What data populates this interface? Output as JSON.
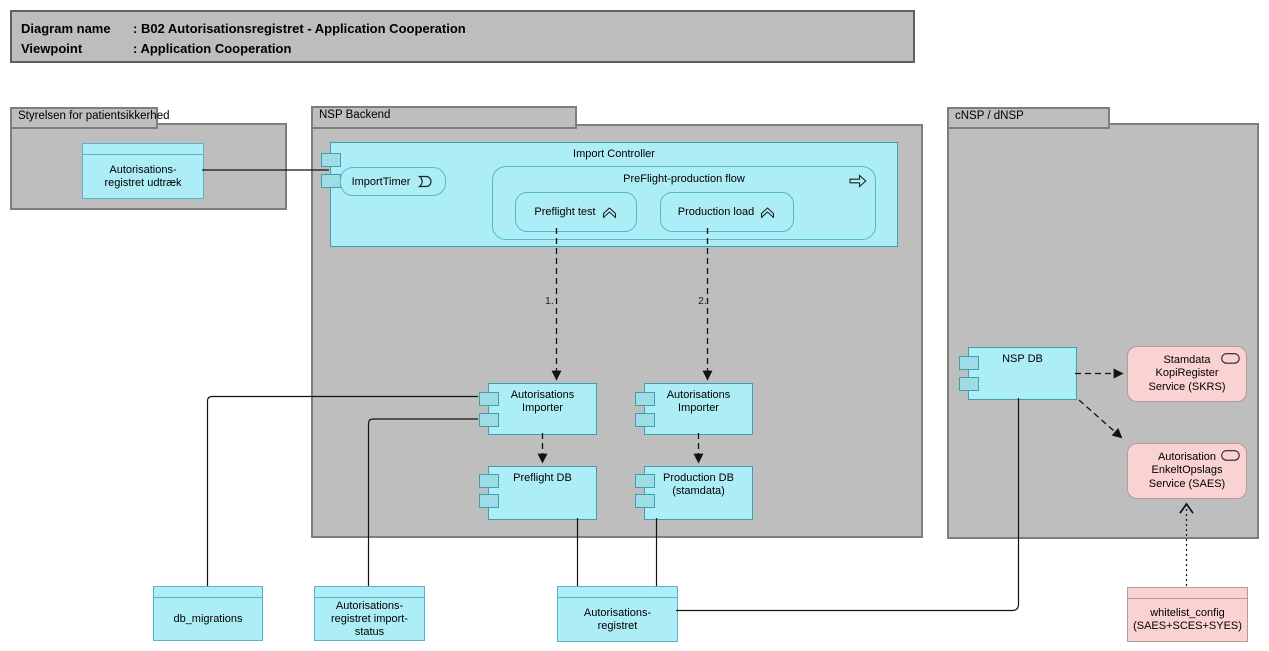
{
  "title": {
    "rows": [
      {
        "label": "Diagram name",
        "value": ": B02 Autorisationsregistret - Application Cooperation"
      },
      {
        "label": "Viewpoint",
        "value": ": Application Cooperation"
      }
    ]
  },
  "groups": {
    "styrelsen": {
      "label": "Styrelsen for patientsikkerhed"
    },
    "nsp_backend": {
      "label": "NSP Backend"
    },
    "cnsp": {
      "label": "cNSP / dNSP"
    }
  },
  "nodes": {
    "udtraek": {
      "label": "Autorisations-\nregistret udtræk"
    },
    "import_controller": {
      "label": "Import Controller"
    },
    "import_timer": {
      "label": "ImportTimer",
      "icon": "event-icon"
    },
    "flow": {
      "label": "PreFlight-production flow",
      "icon": "process-arrow-icon"
    },
    "preflight_test": {
      "label": "Preflight test",
      "icon": "function-icon"
    },
    "production_load": {
      "label": "Production load",
      "icon": "function-icon"
    },
    "importer_left": {
      "label": "Autorisations\nImporter"
    },
    "importer_right": {
      "label": "Autorisations\nImporter"
    },
    "preflight_db": {
      "label": "Preflight DB"
    },
    "production_db": {
      "label": "Production DB\n(stamdata)"
    },
    "nsp_db": {
      "label": "NSP DB"
    },
    "skrs": {
      "label": "Stamdata\nKopiRegister\nService (SKRS)",
      "icon": "service-icon"
    },
    "saes": {
      "label": "Autorisation\nEnkeltOpslags\nService (SAES)",
      "icon": "service-icon"
    },
    "db_migrations": {
      "label": "db_migrations"
    },
    "import_status": {
      "label": "Autorisations-\nregistret import-\nstatus"
    },
    "registret": {
      "label": "Autorisations-\nregistret"
    },
    "whitelist": {
      "label": "whitelist_config\n(SAES+SCES+SYES)"
    }
  },
  "edges": {
    "step1_label": "1.",
    "step2_label": "2."
  },
  "colors": {
    "group_fill": "#bebebe",
    "group_border": "#7e7e7e",
    "cyan_fill": "#adeef6",
    "cyan_border": "#3f9fb2",
    "pink_fill": "#fbd2d2",
    "pink_border": "#b49b9b",
    "connector": "#111111"
  }
}
